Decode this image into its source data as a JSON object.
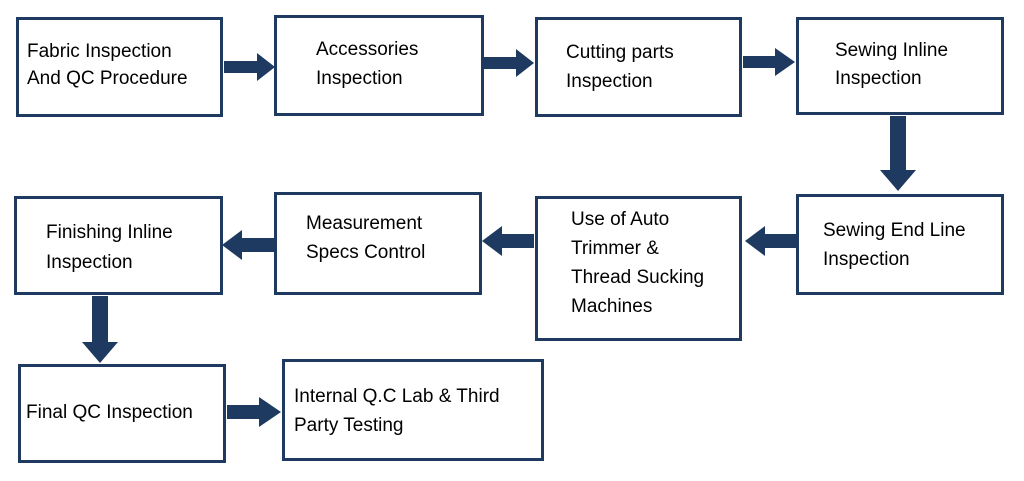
{
  "colors": {
    "accent": "#1f3a60",
    "text": "#000000",
    "background": "#ffffff"
  },
  "steps": {
    "fabric": {
      "line1": "Fabric Inspection",
      "line2": "And QC Procedure"
    },
    "accessories": {
      "line1": "Accessories",
      "line2": "Inspection"
    },
    "cutting": {
      "line1": "Cutting parts",
      "line2": "Inspection"
    },
    "sewing_inline": {
      "line1": "Sewing Inline",
      "line2": "Inspection"
    },
    "sewing_endline": {
      "line1": "Sewing End Line",
      "line2": "Inspection"
    },
    "auto_trimmer": {
      "line1": "Use of Auto",
      "line2": "Trimmer &",
      "line3": "Thread Sucking",
      "line4": "Machines"
    },
    "measurement": {
      "line1": "Measurement",
      "line2": "Specs Control"
    },
    "finishing": {
      "line1": "Finishing Inline",
      "line2": "Inspection"
    },
    "final_qc": {
      "line1": "Final QC Inspection"
    },
    "lab_testing": {
      "line1": "Internal Q.C Lab & Third",
      "line2": "Party Testing"
    }
  }
}
